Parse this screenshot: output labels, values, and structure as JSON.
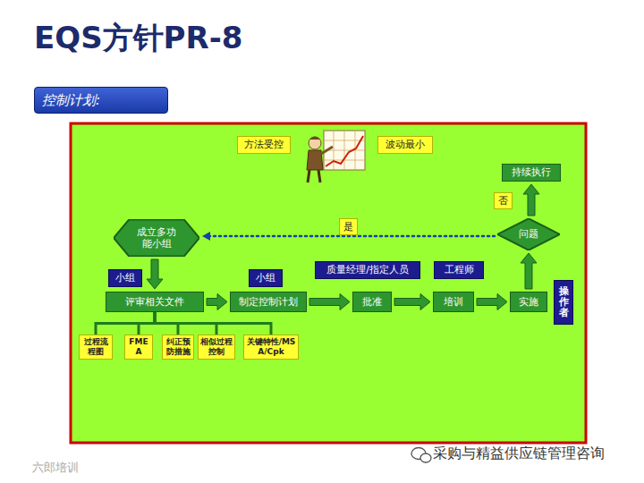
{
  "diagram": {
    "title": "EQS方针PR-8",
    "nodes": [
      {
        "text": [
          "控制计划:"
        ]
      },
      {
        "text": [
          "方法受控"
        ]
      },
      {
        "text": [
          "波动最小"
        ]
      },
      {
        "text": [
          "持续执行"
        ]
      },
      {
        "text": [
          "问题"
        ]
      },
      {
        "text": [
          "成立多功能小组"
        ]
      },
      {
        "text": [
          "小组"
        ]
      },
      {
        "text": [
          "小组"
        ]
      },
      {
        "text": [
          "质量经理/指定人员"
        ]
      },
      {
        "text": [
          "工程师"
        ]
      },
      {
        "text": [
          "评审相关文件"
        ]
      },
      {
        "text": [
          "制定控制计划"
        ]
      },
      {
        "text": [
          "批准"
        ]
      },
      {
        "text": [
          "培训"
        ]
      },
      {
        "text": [
          "实施"
        ]
      },
      {
        "text": [
          "操作者"
        ]
      },
      {
        "text": [
          "过程流程图"
        ]
      },
      {
        "text": [
          "FMEA"
        ]
      },
      {
        "text": [
          "纠正预防措施"
        ]
      },
      {
        "text": [
          "相似过程控制"
        ]
      },
      {
        "text": [
          "关键特性/MSA/Cpk"
        ]
      }
    ],
    "edges": [
      {
        "from": 5,
        "to": 10,
        "arrow": "to"
      },
      {
        "from": 10,
        "to": 11,
        "arrow": "to"
      },
      {
        "from": 11,
        "to": 12,
        "arrow": "to"
      },
      {
        "from": 12,
        "to": 13,
        "arrow": "to"
      },
      {
        "from": 13,
        "to": 14,
        "arrow": "to"
      },
      {
        "from": 14,
        "to": 4,
        "arrow": "to"
      },
      {
        "from": 4,
        "to": 3,
        "label": "否",
        "arrow": "to"
      },
      {
        "from": 4,
        "to": 5,
        "label": "是",
        "arrow": "to"
      },
      {
        "from": 10,
        "to": 16,
        "arrow": "none"
      },
      {
        "from": 10,
        "to": 17,
        "arrow": "none"
      },
      {
        "from": 10,
        "to": 18,
        "arrow": "none"
      },
      {
        "from": 10,
        "to": 19,
        "arrow": "none"
      },
      {
        "from": 10,
        "to": 20,
        "arrow": "none"
      }
    ],
    "labels": [
      "采购与精益供应链管理咨询",
      "六郎培训"
    ]
  }
}
